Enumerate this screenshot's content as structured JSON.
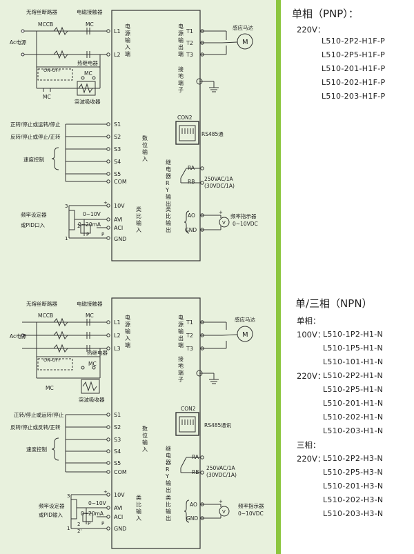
{
  "diagram1": {
    "breaker_label": "无熔丝断路器",
    "breaker_code": "MCCB",
    "contactor_label": "电磁接触器",
    "contactor_code": "MC",
    "ac_source": "Ac电源",
    "onoff": "ON-OFF",
    "thermal_relay": "热继电器",
    "mc": "MC",
    "surge_absorber": "突波吸收器",
    "terminals_power": [
      "L1",
      "L2"
    ],
    "power_input_label": "电源输入端",
    "motor_terminals": [
      "T1",
      "T2",
      "T3"
    ],
    "power_output_label": "电源输出端",
    "motor_label": "感应马达",
    "motor_symbol": "M",
    "ground_label": "接地端子",
    "com_port": "CON2",
    "rs485": "RS485通",
    "di_labels": [
      "正转/停止或运转/停止",
      "反转/停止或停止/正转",
      "速度控制"
    ],
    "di_terminals": [
      "S1",
      "S2",
      "S3",
      "S4",
      "S5",
      "COM"
    ],
    "digital_input_label": "数位输入",
    "relay_label": "继电器RY输出",
    "relay_terminals": [
      "RA",
      "RB"
    ],
    "relay_rating": [
      "250VAC/1A",
      "(30VDC/1A)"
    ],
    "freq_setter": [
      "频率设定器",
      "或PID口入"
    ],
    "pot_nums": [
      "3",
      "2",
      "1"
    ],
    "analog_ranges": [
      "0~10V",
      "0~20mA"
    ],
    "analog_terminals": [
      "10V",
      "AVI",
      "ACI",
      "GND"
    ],
    "jumper_labels": [
      "P",
      "P"
    ],
    "analog_input_label": "类比输入",
    "analog_output_label": "类比输出",
    "ao_terminals": [
      "AO",
      "GND"
    ],
    "freq_indicator": [
      "频率指示器",
      "0~10VDC"
    ],
    "meter_symbol": "V",
    "plus_signs": [
      "+",
      "+"
    ]
  },
  "diagram2": {
    "breaker_label": "无熔丝断路器",
    "breaker_code": "MCCB",
    "contactor_label": "电磁接触器",
    "contactor_code": "MC",
    "ac_source": "Ac电源",
    "onoff": "ON-OFF",
    "thermal_relay": "热继电器",
    "mc": "MC",
    "surge_absorber": "突波吸收器",
    "terminals_power": [
      "L1",
      "L2",
      "L3"
    ],
    "power_input_label": "电源输入端",
    "motor_terminals": [
      "T1",
      "T2",
      "T3"
    ],
    "power_output_label": "电源输出端",
    "motor_label": "感应马达",
    "motor_symbol": "M",
    "ground_label": "接地端子",
    "com_port": "CON2",
    "rs485": "RS485通讯",
    "di_labels": [
      "正转/停止或运转/停止",
      "反转/停止或反转/正转",
      "速度控制"
    ],
    "di_terminals": [
      "S1",
      "S2",
      "S3",
      "S4",
      "S5",
      "COM"
    ],
    "digital_input_label": "数位输入",
    "relay_label": "继电器RY输出",
    "relay_terminals": [
      "RA",
      "RB"
    ],
    "relay_rating": [
      "250VAC/1A",
      "(30VDC/1A)"
    ],
    "freq_setter": [
      "频率设定器",
      "或PID输入"
    ],
    "pot_nums": [
      "3",
      "2",
      "1",
      "2'"
    ],
    "analog_ranges": [
      "0~10V",
      "0~20mA"
    ],
    "analog_terminals": [
      "10V",
      "AVI",
      "ACI",
      "GND"
    ],
    "jumper_labels": [
      "P",
      "P"
    ],
    "analog_input_label": "类比输入",
    "analog_output_label": "类比输出",
    "ao_terminals": [
      "AO",
      "GND"
    ],
    "freq_indicator": [
      "频率指示器",
      "0~10VDC"
    ],
    "meter_symbol": "V",
    "plus_signs": [
      "+",
      "+"
    ]
  },
  "right": {
    "pnp_title": "单相（PNP）：",
    "pnp_voltage": "220V：",
    "pnp_models": [
      "L510-2P2-H1F-P",
      "L510-2P5-H1F-P",
      "L510-201-H1F-P",
      "L510-202-H1F-P",
      "L510-203-H1F-P"
    ],
    "npn_title": "单/三相（NPN）",
    "single_phase": "单相：",
    "v100": "100V：",
    "models_100": [
      "L510-1P2-H1-N",
      "L510-1P5-H1-N",
      "L510-101-H1-N"
    ],
    "v220": "220V：",
    "models_220_single": [
      "L510-2P2-H1-N",
      "L510-2P5-H1-N",
      "L510-201-H1-N",
      "L510-202-H1-N",
      "L510-203-H1-N"
    ],
    "three_phase": "三相：",
    "v220b": "220V：",
    "models_220_three": [
      "L510-2P2-H3-N",
      "L510-2P5-H3-N",
      "L510-201-H3-N",
      "L510-202-H3-N",
      "L510-203-H3-N"
    ]
  },
  "colors": {
    "panel_bg": "#e8f1dd",
    "divider": "#8cc63f",
    "line": "#333333"
  }
}
